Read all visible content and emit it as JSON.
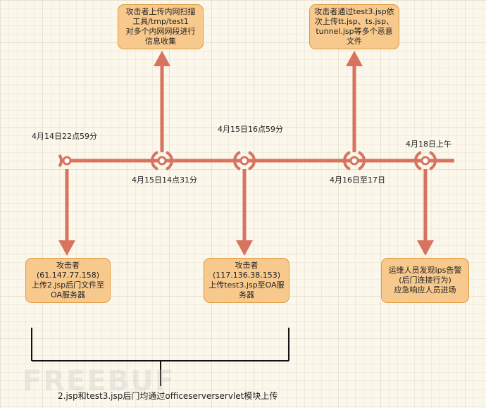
{
  "timeline": {
    "line_color": "#d7735f",
    "box_fill": "#f7c98d",
    "box_border": "#e19a3f",
    "labels": {
      "t1": "4月14日22点59分",
      "t2": "4月15日14点31分",
      "t3": "4月15日16点59分",
      "t4": "4月16日至17日",
      "t5": "4月18日上午"
    }
  },
  "events": {
    "scan": [
      "攻击者上传内网扫描",
      "工具/tmp/test1",
      "对多个内网网段进行",
      "信息收集"
    ],
    "upload3": [
      "攻击者通过test3.jsp依",
      "次上传tt.jsp、ts.jsp、",
      "tunnel.jsp等多个恶意",
      "文件"
    ],
    "attacker1": [
      "攻击者",
      "(61.147.77.158)",
      "上传2.jsp后门文件至",
      "OA服务器"
    ],
    "attacker2": [
      "攻击者",
      "(117.136.38.153)",
      "上传test3.jsp至OA服",
      "务器"
    ],
    "ops": [
      "运维人员发现ips告警",
      "(后门连接行为)",
      "应急响应人员进场"
    ]
  },
  "bracket": {
    "caption": "2.jsp和test3.jsp后门均通过officeserverservlet模块上传"
  },
  "watermark": "FREEBUF"
}
